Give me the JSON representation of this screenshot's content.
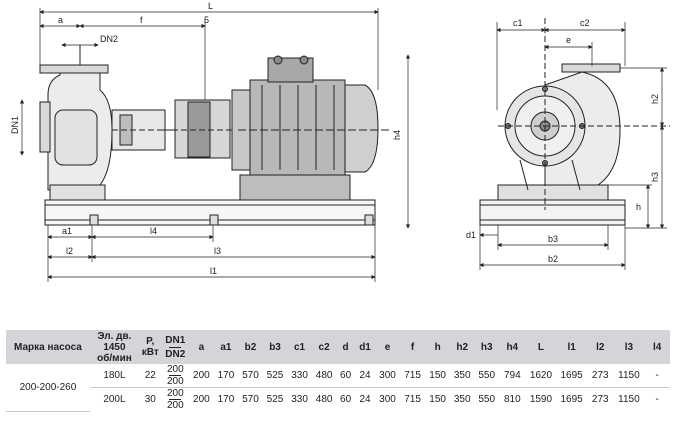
{
  "drawing": {
    "side_labels": {
      "L": "L",
      "a": "a",
      "f": "f",
      "five": "5",
      "DN2": "DN2",
      "DN1": "DN1",
      "h4": "h4",
      "a1": "a1",
      "l4": "l4",
      "l2": "l2",
      "l3": "l3",
      "l1": "l1"
    },
    "front_labels": {
      "c1": "c1",
      "c2": "c2",
      "e": "e",
      "h2": "h2",
      "h3": "h3",
      "h": "h",
      "d1": "d1",
      "b3": "b3",
      "b2": "b2"
    }
  },
  "table": {
    "headers": {
      "model": "Марка насоса",
      "motor_line1": "Эл. дв.",
      "motor_line2": "1450",
      "motor_line3": "об/мин",
      "power_line1": "P,",
      "power_line2": "кВт",
      "dn_top": "DN1",
      "dn_bottom": "DN2",
      "dims": [
        "a",
        "a1",
        "b2",
        "b3",
        "c1",
        "c2",
        "d",
        "d1",
        "e",
        "f",
        "h",
        "h2",
        "h3",
        "h4",
        "L",
        "l1",
        "l2",
        "l3",
        "l4"
      ]
    },
    "model_name": "200-200-260",
    "rows": [
      {
        "motor": "180L",
        "power": "22",
        "dn_top": "200",
        "dn_bottom": "200",
        "dims": [
          "200",
          "170",
          "570",
          "525",
          "330",
          "480",
          "60",
          "24",
          "300",
          "715",
          "150",
          "350",
          "550",
          "794",
          "1620",
          "1695",
          "273",
          "1150",
          "-"
        ]
      },
      {
        "motor": "200L",
        "power": "30",
        "dn_top": "200",
        "dn_bottom": "200",
        "dims": [
          "200",
          "170",
          "570",
          "525",
          "330",
          "480",
          "60",
          "24",
          "300",
          "715",
          "150",
          "350",
          "550",
          "810",
          "1590",
          "1695",
          "273",
          "1150",
          "-"
        ]
      }
    ]
  }
}
